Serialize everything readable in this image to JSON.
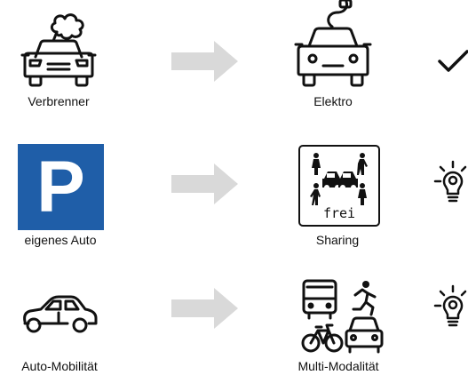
{
  "rows": [
    {
      "from": "Verbrenner",
      "to": "Elektro",
      "status_icon": "checkmark-icon"
    },
    {
      "from": "eigenes Auto",
      "to": "Sharing",
      "status_icon": "lightbulb-icon"
    },
    {
      "from": "Auto-Mobilität",
      "to": "Multi-Modalität",
      "status_icon": "lightbulb-icon"
    }
  ],
  "sign": {
    "parking_letter": "P",
    "sharing_text": "frei"
  },
  "colors": {
    "parking_blue": "#1f5ea8",
    "arrow_gray": "#d9d9d9",
    "line": "#111111"
  }
}
